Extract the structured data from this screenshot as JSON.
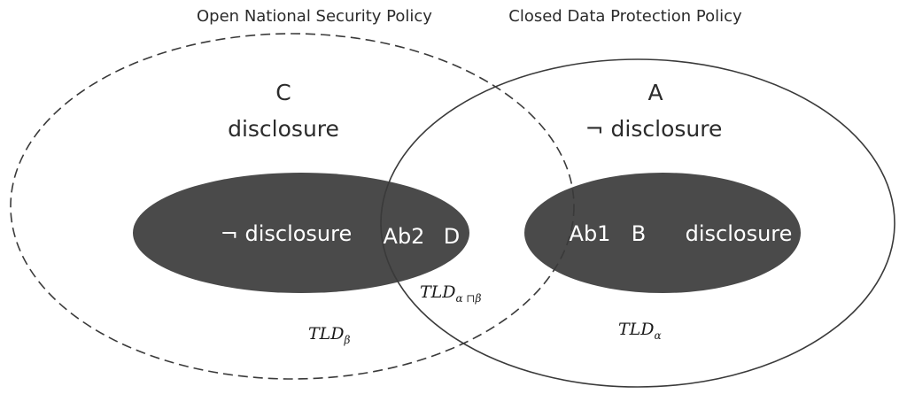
{
  "titles": {
    "left": "Open National Security Policy",
    "right": "Closed Data Protection Policy"
  },
  "regions": {
    "c_letter": "C",
    "c_text": "disclosure",
    "a_letter": "A",
    "a_text": "¬ disclosure"
  },
  "inner": {
    "left_text": "¬ disclosure",
    "ab2": "Ab2",
    "d": "D",
    "ab1": "Ab1",
    "b": "B",
    "right_text": "disclosure"
  },
  "tld": {
    "main": "TLD",
    "beta_sub": "β",
    "alpha_sub": "α",
    "intersection_sub": "α ⊓β"
  },
  "colors": {
    "ellipse_fill": "#4a4a4a",
    "outline": "#3a3a3a"
  }
}
